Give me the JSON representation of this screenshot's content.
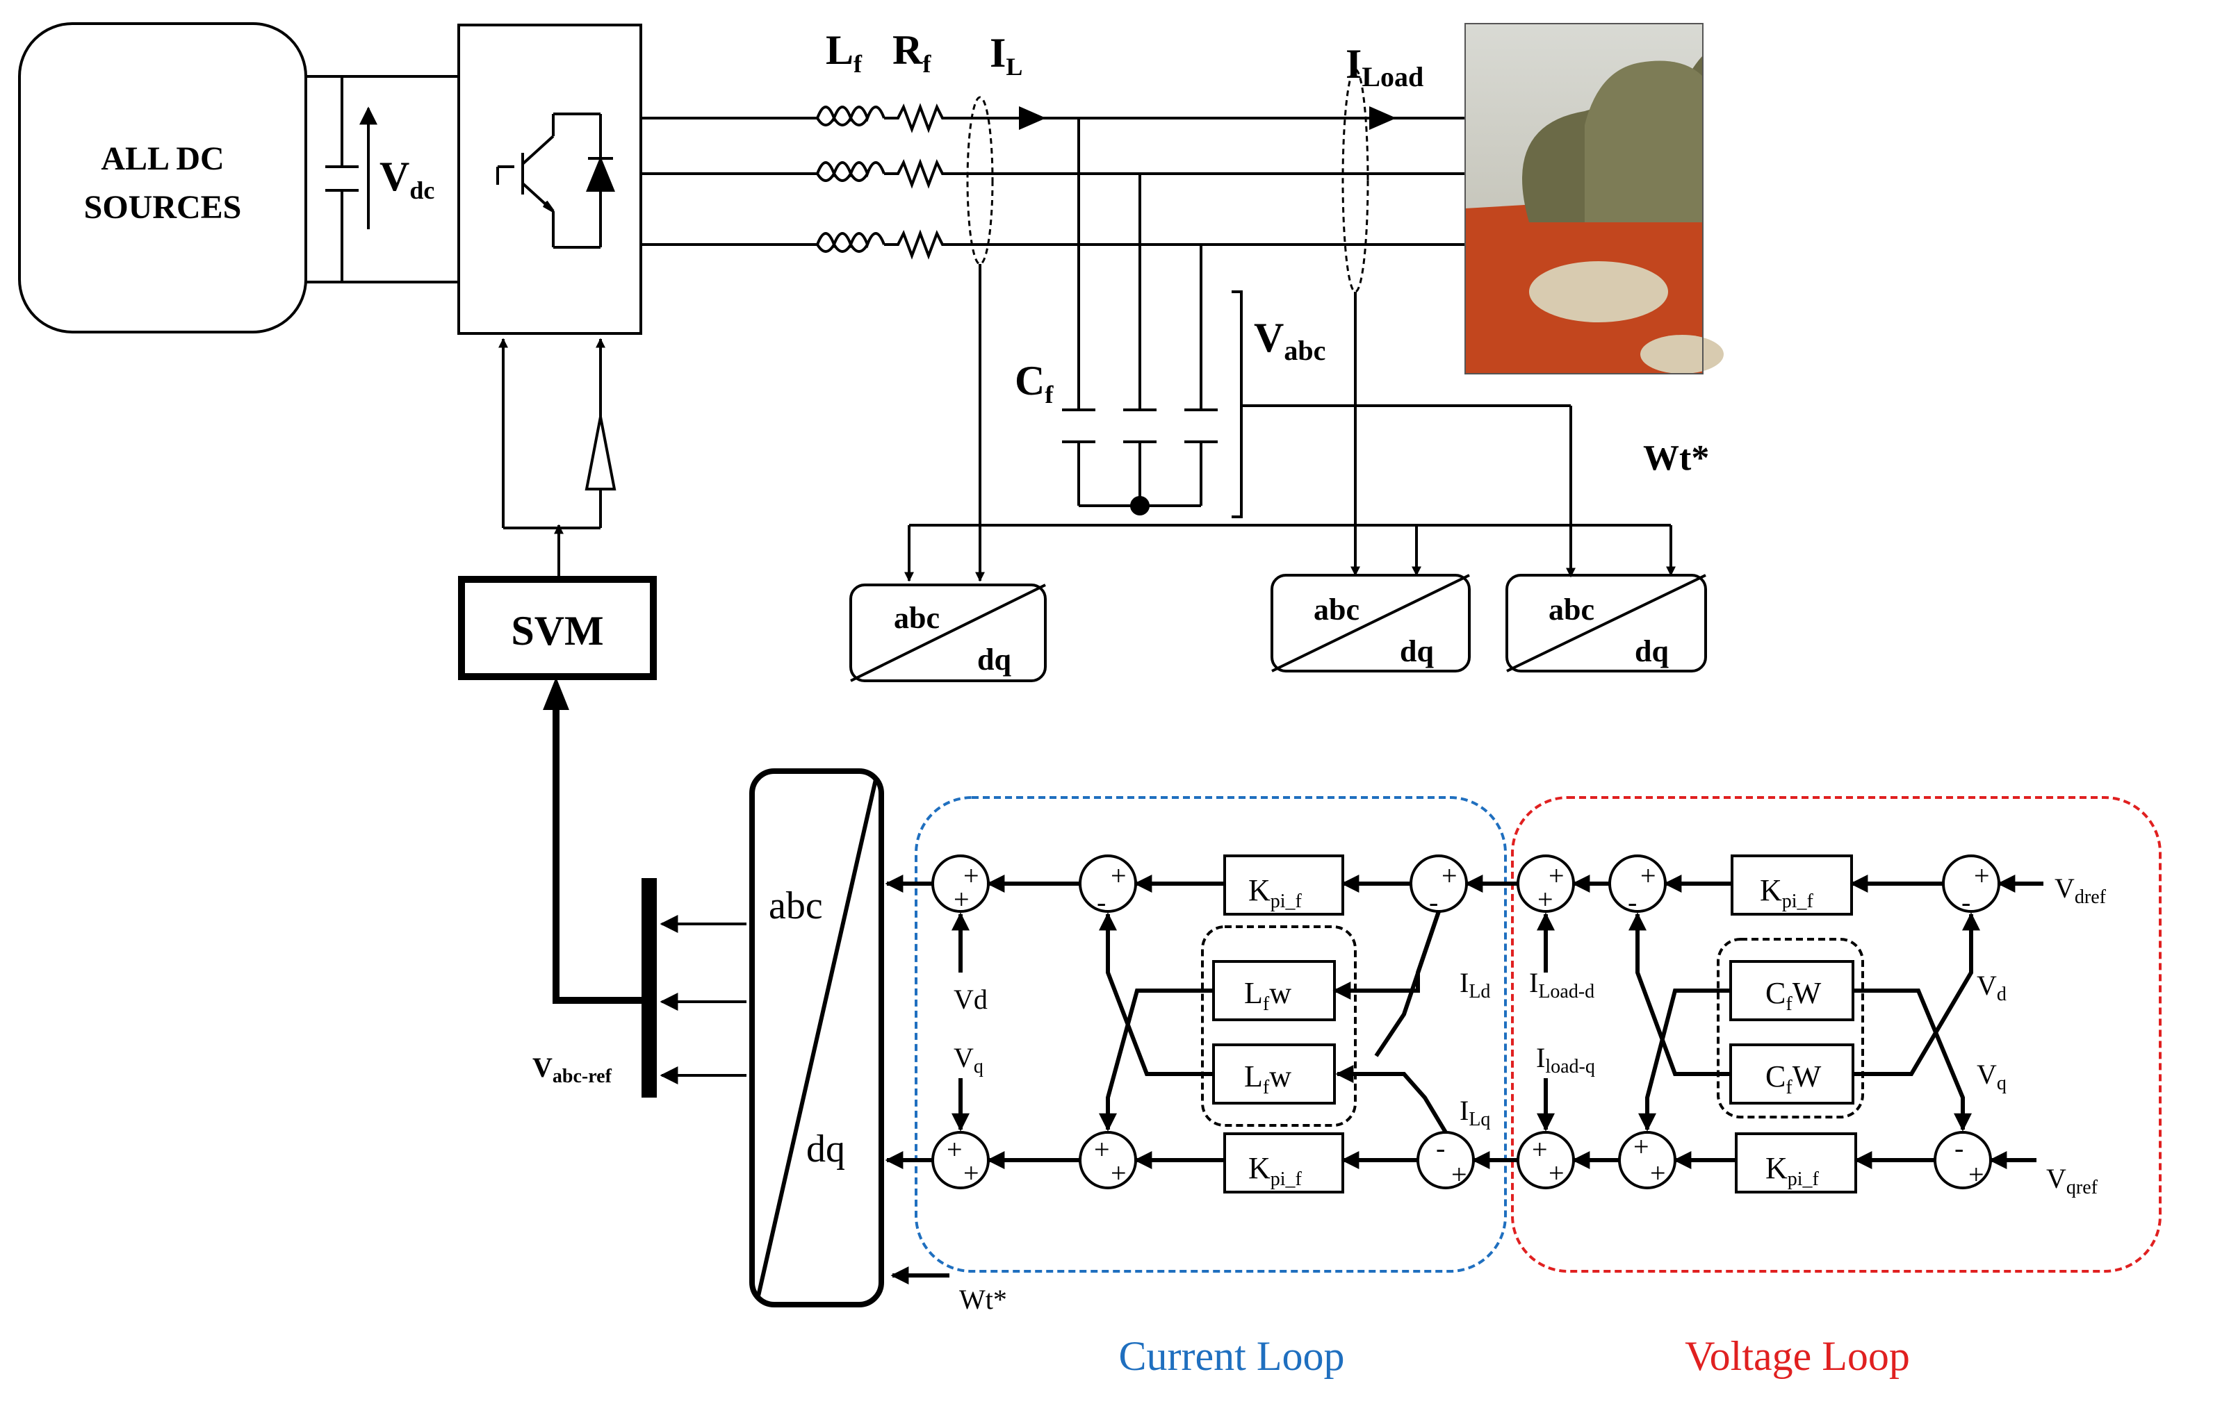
{
  "sources": {
    "label_line1": "ALL DC",
    "label_line2": "SOURCES"
  },
  "dc_link": {
    "label": "V",
    "sub": "dc"
  },
  "filter": {
    "inductor": {
      "label": "L",
      "sub": "f"
    },
    "resistor": {
      "label": "R",
      "sub": "f"
    },
    "capacitor": {
      "label": "C",
      "sub": "f"
    }
  },
  "currents": {
    "inverter": {
      "label": "I",
      "sub": "L"
    },
    "load": {
      "label": "I",
      "sub": "Load"
    }
  },
  "voltages": {
    "abc": {
      "label": "V",
      "sub": "abc"
    }
  },
  "theta_label": "Wt*",
  "modulator": {
    "label": "SVM"
  },
  "reference": {
    "label": "V",
    "sub": "abc-ref"
  },
  "transforms": {
    "small": [
      {
        "top": "abc",
        "bottom": "dq"
      },
      {
        "top": "abc",
        "bottom": "dq"
      },
      {
        "top": "abc",
        "bottom": "dq"
      }
    ],
    "inverse": {
      "top": "abc",
      "bottom": "dq"
    }
  },
  "current_loop": {
    "title": "Current Loop",
    "color": "#1f6fbf",
    "controller_d": {
      "label": "K",
      "sub": "pi_f"
    },
    "controller_q": {
      "label": "K",
      "sub": "pi_f"
    },
    "decouple_1": {
      "label": "L",
      "sub": "f",
      "suffix": "w"
    },
    "decouple_2": {
      "label": "L",
      "sub": "f",
      "suffix": "w"
    },
    "ff_d": "Vd",
    "ff_q": {
      "label": "V",
      "sub": "q"
    },
    "meas_d": {
      "label": "I",
      "sub": "Ld"
    },
    "meas_q": {
      "label": "I",
      "sub": "Lq"
    }
  },
  "voltage_loop": {
    "title": "Voltage Loop",
    "color": "#e02020",
    "controller_d": {
      "label": "K",
      "sub": "pi_f"
    },
    "controller_q": {
      "label": "K",
      "sub": "pi_f"
    },
    "decouple_1": {
      "label": "C",
      "sub": "f",
      "suffix": "W"
    },
    "decouple_2": {
      "label": "C",
      "sub": "f",
      "suffix": "W"
    },
    "ref_d": {
      "label": "V",
      "sub": "dref"
    },
    "ref_q": {
      "label": "V",
      "sub": "qref"
    },
    "meas_d": {
      "label": "V",
      "sub": "d"
    },
    "meas_q": {
      "label": "V",
      "sub": "q"
    },
    "load_d": {
      "label": "I",
      "sub": "Load-d"
    },
    "load_q": {
      "label": "I",
      "sub": "load-q"
    }
  },
  "load_photo": {
    "icon": "tent-camp-photo"
  }
}
